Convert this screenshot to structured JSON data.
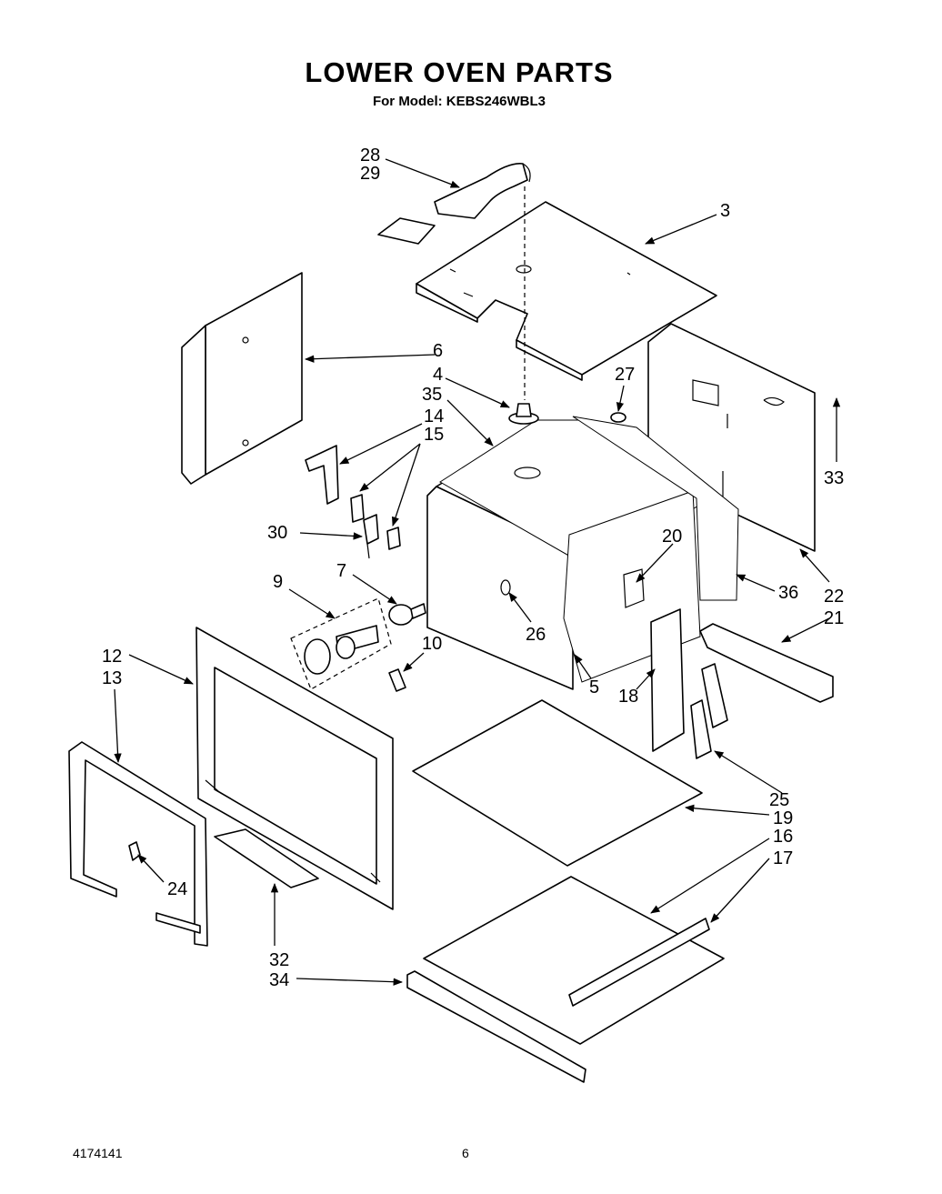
{
  "header": {
    "title": "LOWER OVEN PARTS",
    "subtitle": "For Model: KEBS246WBL3"
  },
  "footer": {
    "doc_number": "4174141",
    "page_number": "6"
  },
  "callouts": {
    "c28": "28",
    "c29": "29",
    "c3": "3",
    "c6": "6",
    "c4": "4",
    "c35": "35",
    "c27": "27",
    "c14": "14",
    "c15": "15",
    "c33": "33",
    "c30": "30",
    "c20": "20",
    "c7": "7",
    "c9": "9",
    "c36": "36",
    "c22": "22",
    "c21": "21",
    "c26": "26",
    "c10": "10",
    "c12": "12",
    "c13": "13",
    "c5": "5",
    "c18": "18",
    "c25": "25",
    "c19": "19",
    "c16": "16",
    "c17": "17",
    "c24": "24",
    "c32": "32",
    "c34": "34"
  }
}
